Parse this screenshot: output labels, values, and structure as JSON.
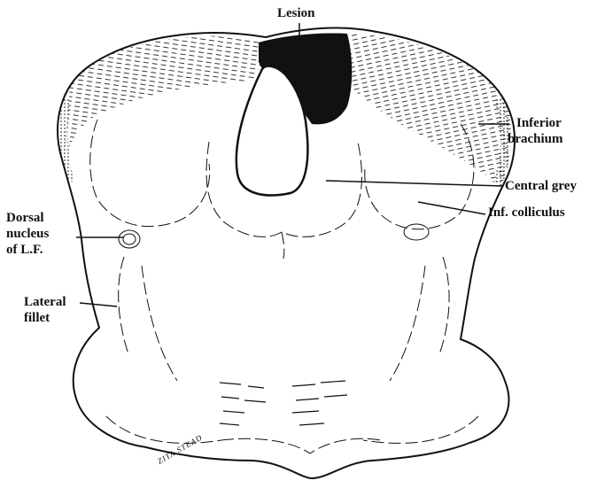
{
  "figure": {
    "labels": {
      "lesion": "Lesion",
      "inferior_brachium_1": "Inferior",
      "inferior_brachium_2": "brachium",
      "central_grey": "Central grey",
      "inf_colliculus": "Inf. colliculus",
      "dorsal_nucleus_1": "Dorsal",
      "dorsal_nucleus_2": "nucleus",
      "dorsal_nucleus_3": "of L.F.",
      "lateral_fillet_1": "Lateral",
      "lateral_fillet_2": "fillet"
    },
    "signature": "ZITA STEAD",
    "colors": {
      "ink": "#111111",
      "paper": "#ffffff"
    }
  }
}
